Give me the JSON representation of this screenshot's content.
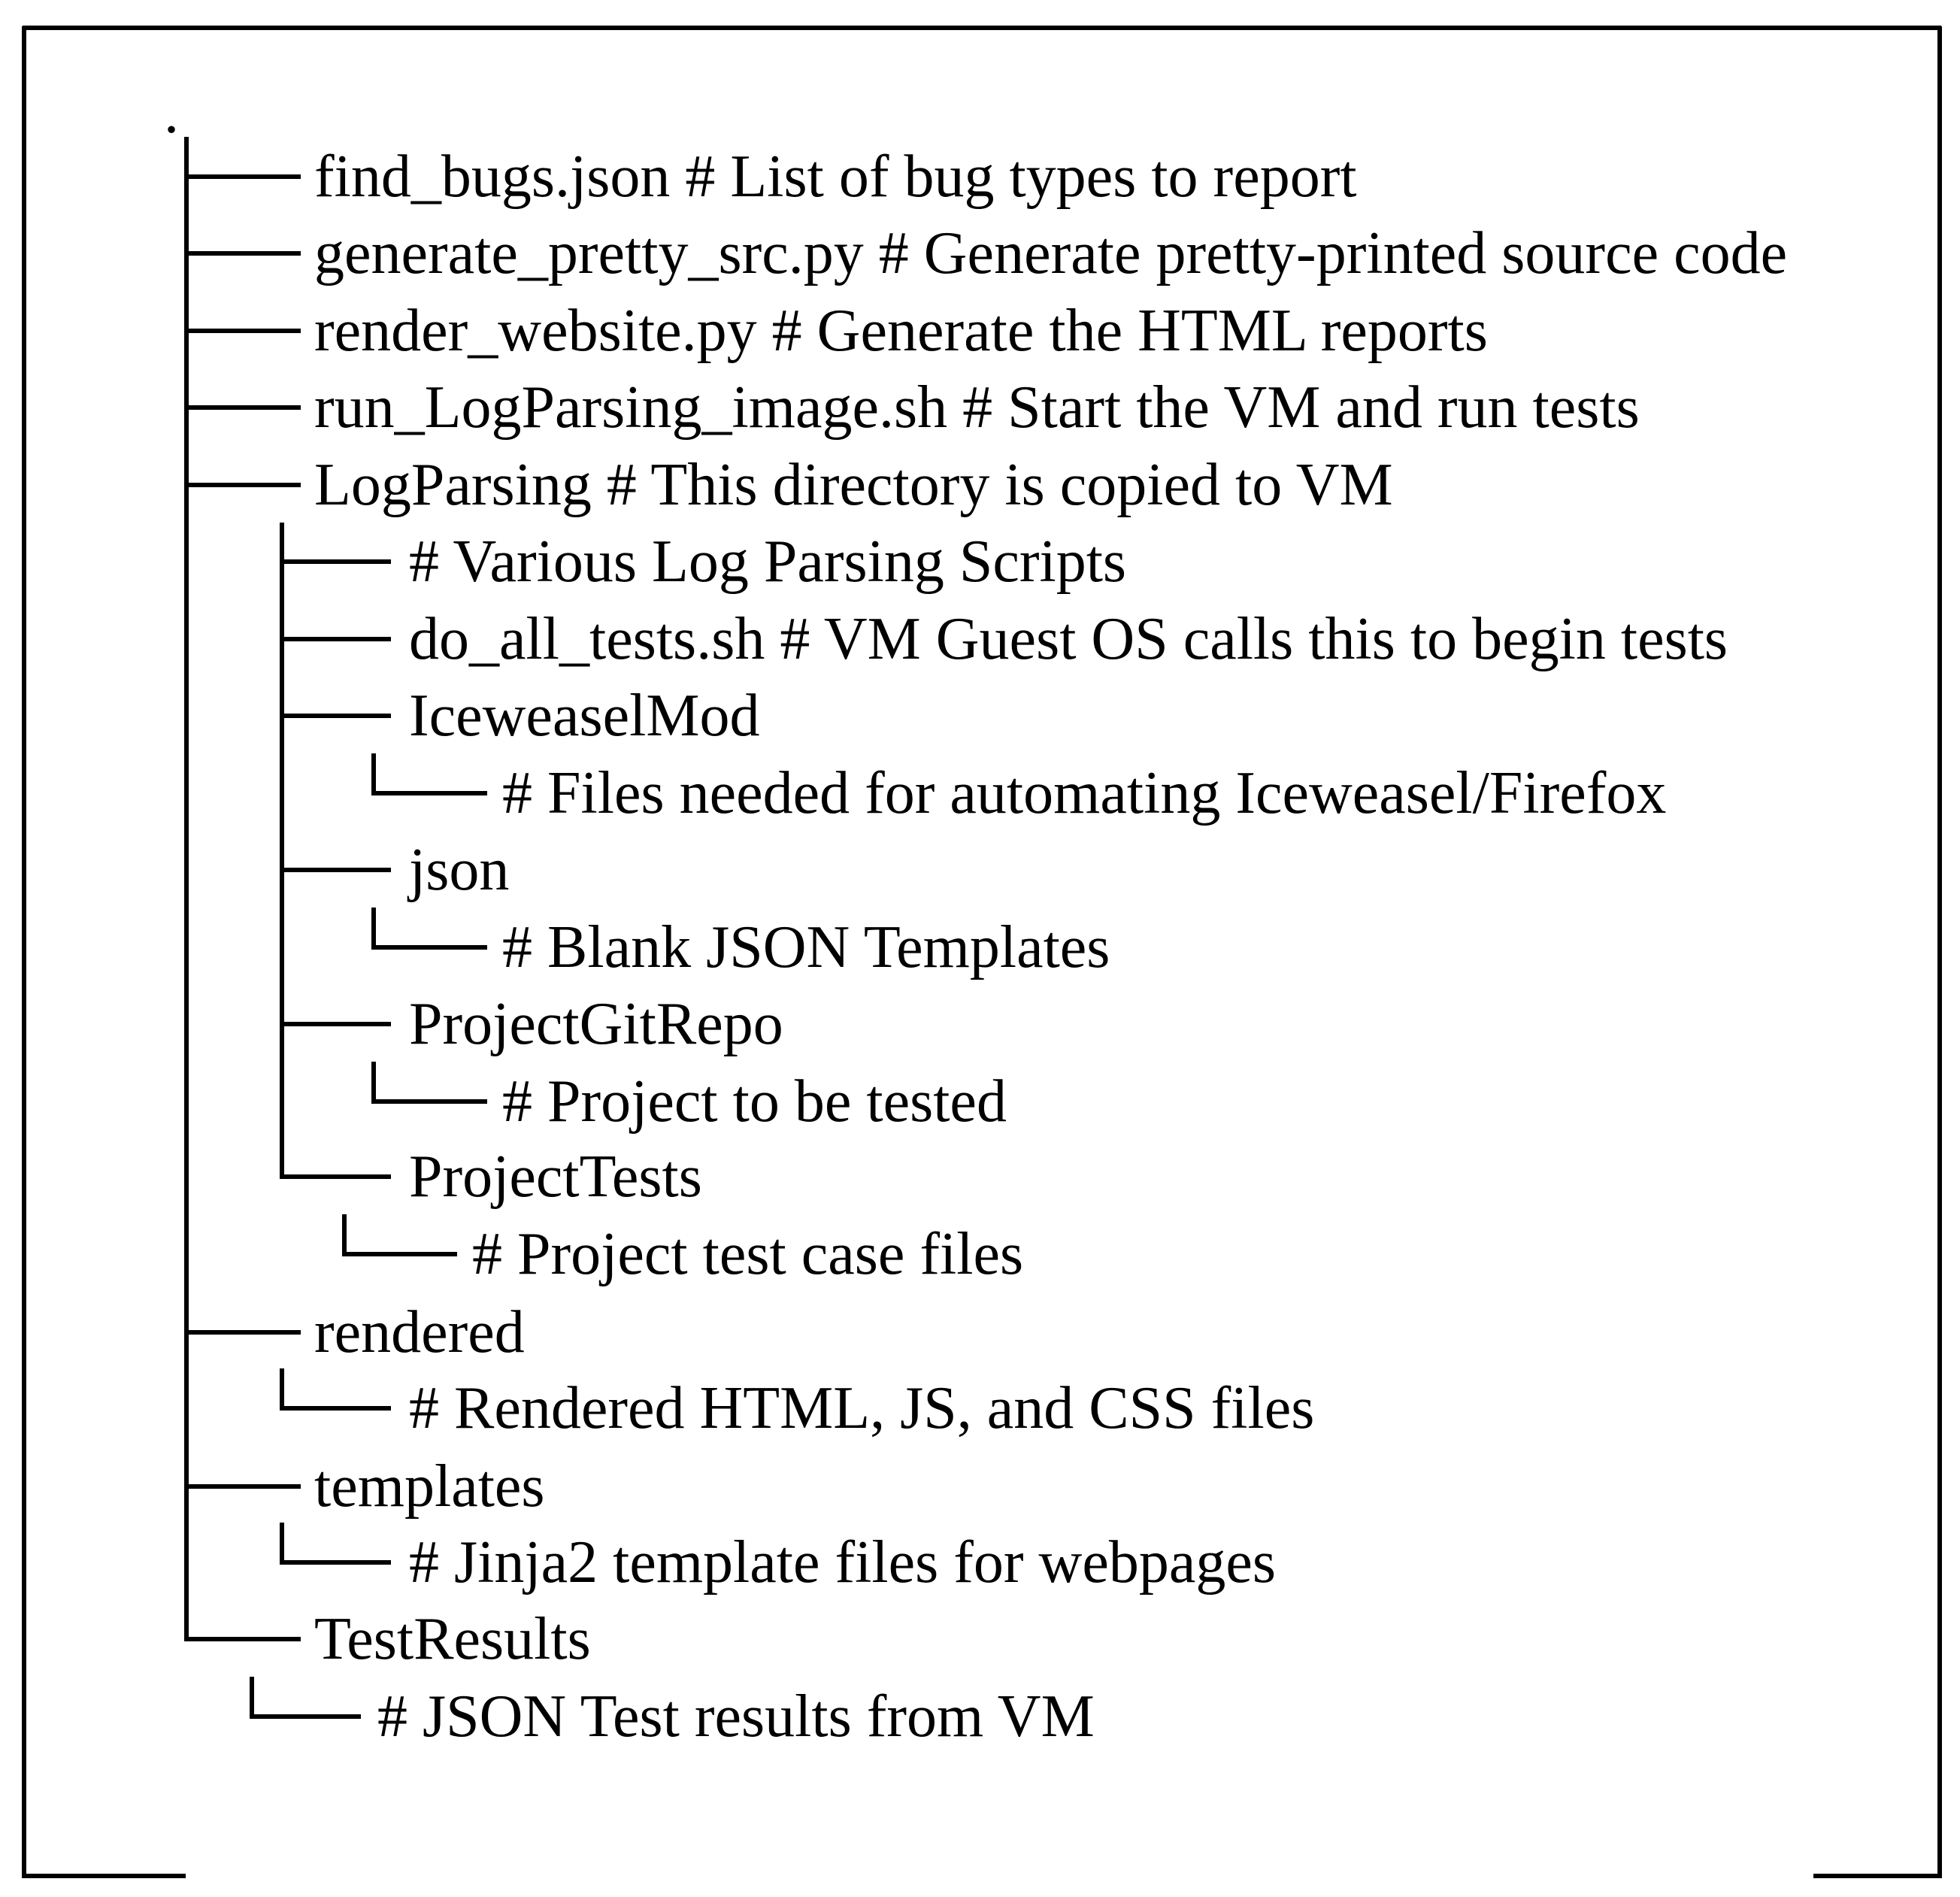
{
  "tree": {
    "root_label": ".",
    "entries": [
      {
        "text": "find_bugs.json # List of bug types to report",
        "depth": 1
      },
      {
        "text": "generate_pretty_src.py # Generate pretty-printed source code",
        "depth": 1
      },
      {
        "text": "render_website.py # Generate the HTML reports",
        "depth": 1
      },
      {
        "text": "run_LogParsing_image.sh # Start the VM and run tests",
        "depth": 1
      },
      {
        "text": "LogParsing # This directory is copied to VM",
        "depth": 1
      },
      {
        "text": "# Various Log Parsing Scripts",
        "depth": 2
      },
      {
        "text": "do_all_tests.sh # VM Guest OS calls this to begin tests",
        "depth": 2
      },
      {
        "text": "IceweaselMod",
        "depth": 2
      },
      {
        "text": "# Files needed for automating Iceweasel/Firefox",
        "depth": 3
      },
      {
        "text": "json",
        "depth": 2
      },
      {
        "text": "# Blank JSON Templates",
        "depth": 3
      },
      {
        "text": "ProjectGitRepo",
        "depth": 2
      },
      {
        "text": "# Project to be tested",
        "depth": 3
      },
      {
        "text": "ProjectTests",
        "depth": 2
      },
      {
        "text": "# Project test case files",
        "depth": 3
      },
      {
        "text": "rendered",
        "depth": 1
      },
      {
        "text": "# Rendered HTML, JS, and CSS files",
        "depth": 2
      },
      {
        "text": "templates",
        "depth": 1
      },
      {
        "text": "# Jinja2 template files for webpages",
        "depth": 2
      },
      {
        "text": "TestResults",
        "depth": 1
      },
      {
        "text": "# JSON Test results from VM",
        "depth": 2
      }
    ]
  }
}
